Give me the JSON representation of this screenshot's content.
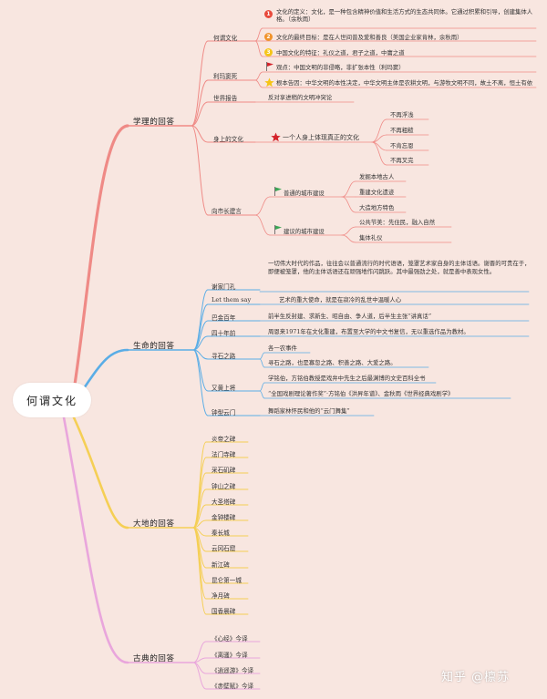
{
  "root": {
    "title": "何谓文化"
  },
  "colors": {
    "red": "#ef8a86",
    "blue": "#5aade6",
    "yellow": "#f5cf55",
    "pink": "#e9a6dc",
    "badge_red": "#e84a3c",
    "badge_orange": "#f0932b",
    "badge_yellow": "#f5c518",
    "flag_green": "#3aa655",
    "star_red": "#d4222a",
    "star_yellow": "#f5c518"
  },
  "branches": {
    "xueli": {
      "title": "学理的回答",
      "nodes": {
        "heweiwenhua": "何谓文化",
        "lishi": "利玛窦死",
        "shijie": "世界报告",
        "shenshang": "身上的文化",
        "chengshi": "向市长建言"
      },
      "heweiwenhua_items": [
        "文化的定义：文化，是一种包含精神价值和生活方式的生态共同体。它通过积累和引导，创建集体人格。（余秋雨）",
        "文化的最终目标：是在人世间普及爱和善良（美国企业家肯林，余秋雨）",
        "中国文化的特征：礼仪之道，君子之道，中庸之道"
      ],
      "badge_labels": [
        "1",
        "2",
        "3"
      ],
      "lishi_items": [
        "观点：中国文明的非侵略，非扩张本性（利玛窦）",
        "根本告因：中华文明的本性决定，中华文明主体是农耕文明，与游牧文明不同，故土不离，恒土有依"
      ],
      "shijie_item": "反对享进稍的文明冲突论",
      "shenshang_center": "一个人身上体现真正的文化",
      "shenshang_items": [
        "不再浮浅",
        "不再粗糙",
        "不肯忘恩",
        "不再叉完"
      ],
      "chengshi_groups": [
        {
          "label": "普通的城市建设",
          "items": [
            "发掘本地古人",
            "重建文化遗迹",
            "大造地方特色"
          ]
        },
        {
          "label": "建议的城市建设",
          "items": [
            "公共节美：先住民，融入自然",
            "集体礼仪"
          ]
        }
      ]
    },
    "shengming": {
      "title": "生命的回答",
      "nodes": {
        "yuanmen": "谢家门孔",
        "letthem": "Let them say",
        "bajin": "巴金百年",
        "sishi": "四十年前",
        "xiashi": "寻石之路",
        "wangyu": "又黄上将",
        "yesheng": "钟型云门"
      },
      "yuanmen_text": "一切伟大时代的作品，往往会以普通流行的时代语语，笼罩艺术家自身的主体话语。谢晋的可贵在于，即便被笼罩，他的主体话语还在顽强地作闪跳跃。其中最强劲之处，就是善中表现女性。",
      "letthem_text": "艺术的重大使命，就是在寂冷的乱世中温暖人心",
      "bajin_text": "前半生反封建、求新生、昭自由、争人道，后半生主张“讲真话”",
      "sishi_text": "周恩来1971年在文化重建，布置至大学的中文书复信，无以重选作品为教材。",
      "xiashi_items": [
        "各一农事件",
        "寻石之路，也是寡忽之路、积善之路、大爱之路。"
      ],
      "wangyu_items": [
        "学铭伯，方铭伯教授是戏弁中先生之后最渊博的文史百科全书",
        "“全国戏剧理论著作奖”·方铭伯《洪昇年谱》、金秋雨《世界经典戏剧学》"
      ],
      "yesheng_text": "舞蹈家林怀民和他的“云门舞集”"
    },
    "dadi": {
      "title": "大地的回答",
      "items": [
        "炎帝之碑",
        "法门寺碑",
        "采石矶碑",
        "钟山之碑",
        "大圣塔碑",
        "金钟楼碑",
        "秦长城",
        "云冈石窟",
        "新江碑",
        "昆仑第一城",
        "净月碑",
        "国香晨碑"
      ]
    },
    "gudian": {
      "title": "古典的回答",
      "items": [
        "《心经》今译",
        "《离骚》今译",
        "《逍遥游》今译",
        "《赤壁赋》今译"
      ]
    }
  },
  "watermark": "知乎 @檩苏"
}
